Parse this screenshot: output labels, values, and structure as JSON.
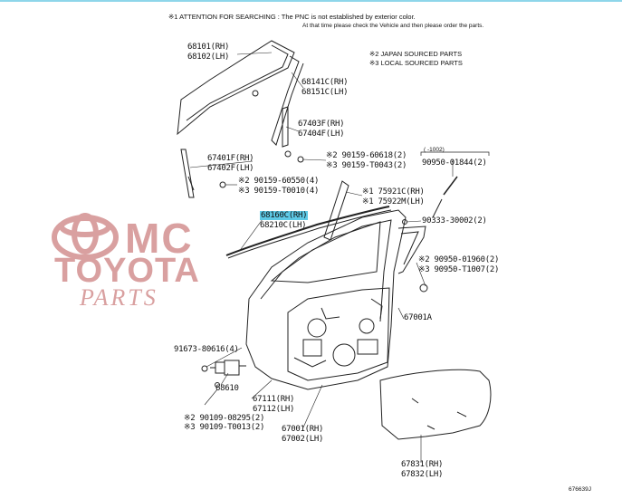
{
  "header": {
    "attention": "※1 ATTENTION FOR SEARCHING : The PNC is not established by exterior color.",
    "attention2": "At that time please check the Vehicle and then please order the parts.",
    "legend1": "※2 JAPAN SOURCED PARTS",
    "legend2": "※3 LOCAL SOURCED PARTS"
  },
  "watermark": {
    "line1": "MC",
    "line2": "TOYOTA",
    "line3": "PARTS"
  },
  "labels": {
    "p68101": "68101(RH)",
    "p68102": "68102(LH)",
    "p68141": "68141C(RH)",
    "p68151": "68151C(LH)",
    "p67403": "67403F(RH)",
    "p67404": "67404F(LH)",
    "p90159a": "※2 90159-60618(2)",
    "p90159b": "※3 90159-T0043(2)",
    "p1002": "(    -1002)",
    "p90950": "90950-01844(2)",
    "p67401": "67401F(RH)",
    "p67402": "67402F(LH)",
    "p90159c": "※2 90159-60550(4)",
    "p90159d": "※3 90159-T0010(4)",
    "p75921": "※1 75921C(RH)",
    "p75922": "※1 75922M(LH)",
    "p68160": "68160C(RH)",
    "p68210": "68210C(LH)",
    "p90333": "90333-30002(2)",
    "p90950b": "※2 90950-01960(2)",
    "p90950c": "※3 90950-T1007(2)",
    "p67001a": "67001A",
    "p91673": "91673-80616(4)",
    "p68610": "68610",
    "p67111": "67111(RH)",
    "p67112": "67112(LH)",
    "p90109a": "※2 90109-08295(2)",
    "p90109b": "※3 90109-T0013(2)",
    "p67001": "67001(RH)",
    "p67002": "67002(LH)",
    "p67831": "67831(RH)",
    "p67832": "67832(LH)",
    "figure_id": "676639J"
  }
}
